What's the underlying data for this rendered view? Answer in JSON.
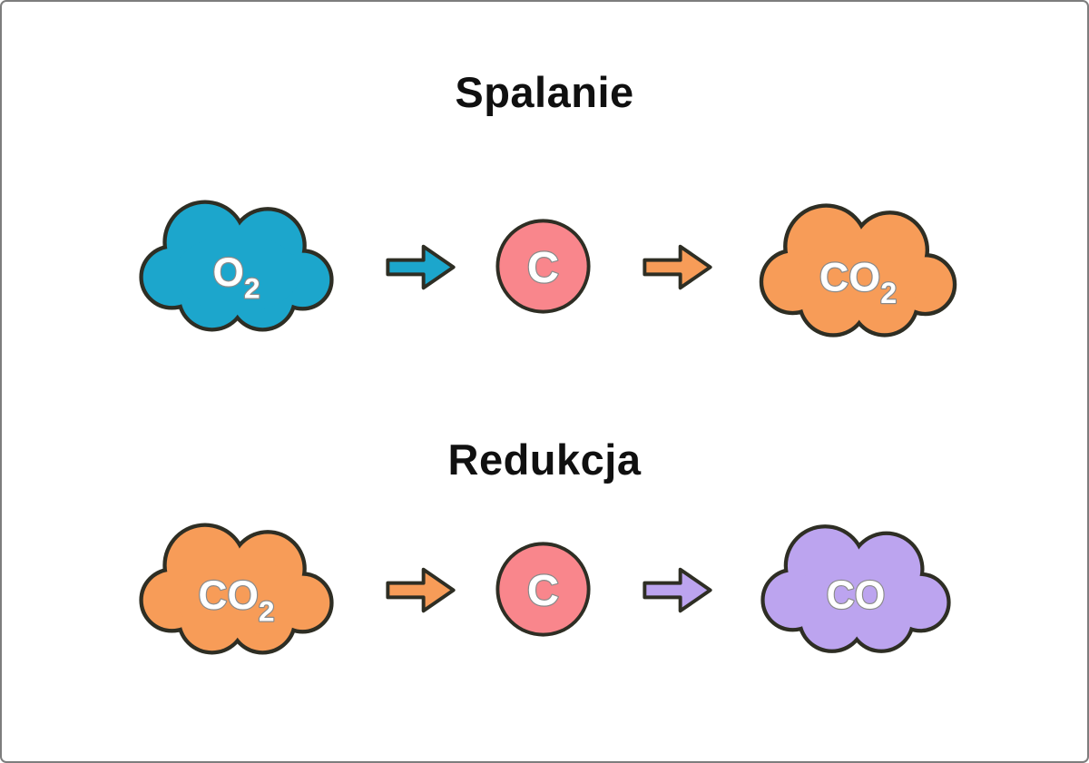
{
  "frame": {
    "background": "#FFFFFF",
    "border": "#7D7D7D"
  },
  "colors": {
    "teal": "#1CA6CC",
    "orange": "#F79C58",
    "pink": "#F9868C",
    "purple": "#BCA4EF",
    "outline": "#2E2E24",
    "label_fill": "#FFFFFF",
    "label_stroke": "#8A8A8A",
    "title": "#101010"
  },
  "spalanie": {
    "title": "Spalanie",
    "reactant": {
      "main": "O",
      "sub": "2"
    },
    "intermediate": "C",
    "product": {
      "main": "CO",
      "sub": "2"
    }
  },
  "redukcja": {
    "title": "Redukcja",
    "reactant": {
      "main": "CO",
      "sub": "2"
    },
    "intermediate": "C",
    "product": {
      "main": "CO",
      "sub": ""
    }
  }
}
